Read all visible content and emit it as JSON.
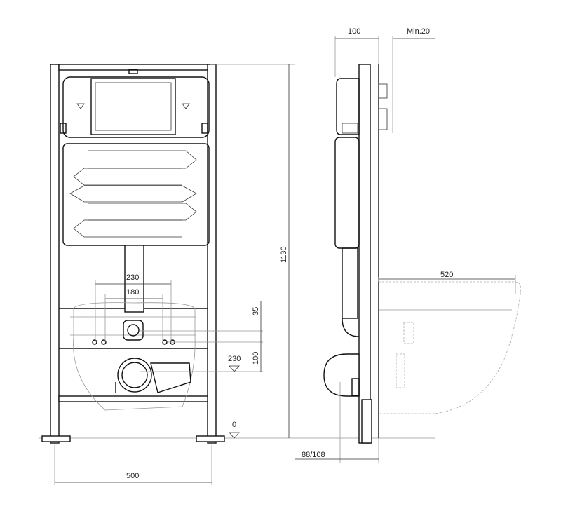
{
  "drawing": {
    "front_view": {
      "dim_width": "500",
      "dim_height": "1130",
      "dim_bolt_outer": "230",
      "dim_bolt_inner": "180",
      "dim_35": "35",
      "dim_100": "100",
      "level_230": "230",
      "level_0": "0"
    },
    "side_view": {
      "dim_depth": "100",
      "dim_min": "Min.20",
      "dim_bowl": "520",
      "dim_outlet": "88/108"
    }
  }
}
